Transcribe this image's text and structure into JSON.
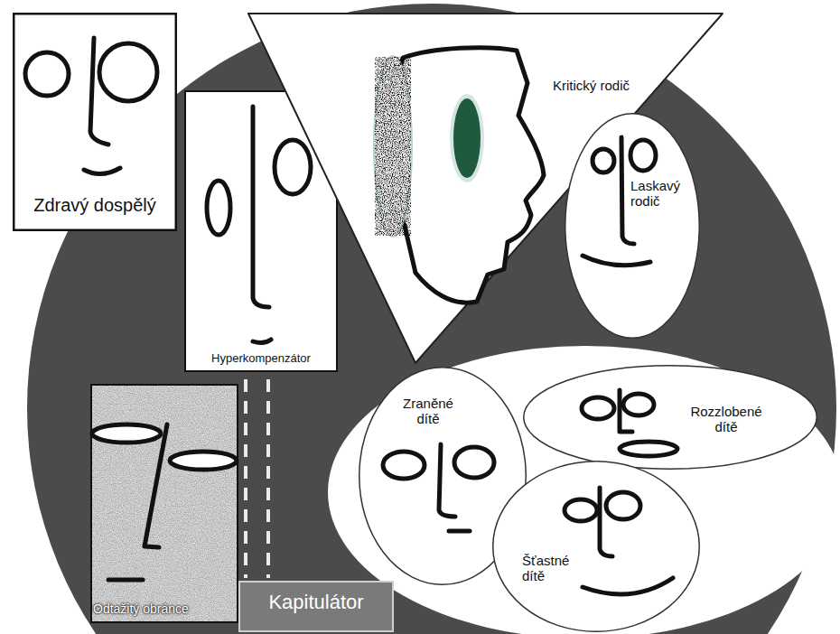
{
  "diagram": {
    "nodes": [
      {
        "text": [
          "Zdravý dospělý"
        ]
      },
      {
        "text": [
          "Hyperkompenzátor"
        ]
      },
      {
        "text": [
          "Kritický rodič"
        ]
      },
      {
        "text": [
          "Laskavý rodič"
        ]
      },
      {
        "text": [
          "Zraněné dítě"
        ]
      },
      {
        "text": [
          "Rozzlobené dítě"
        ]
      },
      {
        "text": [
          "Šťastné dítě"
        ]
      },
      {
        "text": [
          "Odtažitý obránce"
        ]
      },
      {
        "text": [
          "Kapitulátor"
        ]
      }
    ]
  }
}
